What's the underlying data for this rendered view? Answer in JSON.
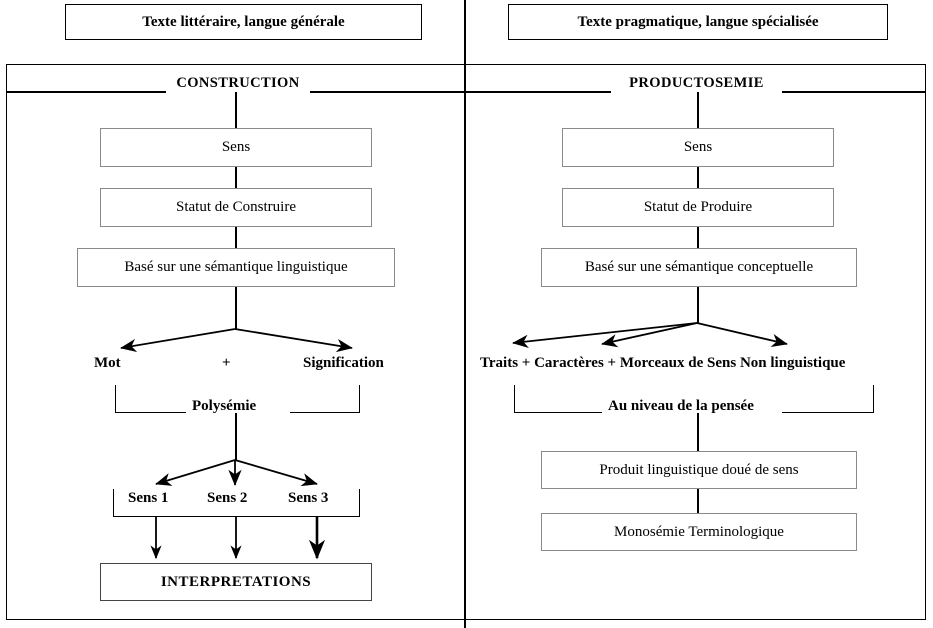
{
  "headers": {
    "left": "Texte littéraire, langue générale",
    "right": "Texte pragmatique, langue spécialisée"
  },
  "sections": {
    "left_title": "CONSTRUCTION",
    "right_title": "PRODUCTOSEMIE"
  },
  "left_column": {
    "box_sens": "Sens",
    "box_statut": "Statut de Construire",
    "box_base": "Basé sur une sémantique linguistique",
    "branch_left": "Mot",
    "branch_plus": "+",
    "branch_right": "Signification",
    "bracket_label": "Polysémie",
    "sens_1": "Sens 1",
    "sens_2": "Sens 2",
    "sens_3": "Sens 3",
    "box_final": "INTERPRETATIONS"
  },
  "right_column": {
    "box_sens": "Sens",
    "box_statut": "Statut de Produire",
    "box_base": "Basé sur une sémantique conceptuelle",
    "branch_label": "Traits + Caractères + Morceaux de Sens Non linguistique",
    "bracket_label": "Au niveau de la pensée",
    "box_produit": "Produit linguistique doué de sens",
    "box_monosemie": "Monosémie Terminologique"
  },
  "colors": {
    "ink": "#000000",
    "box_border": "#8a8a8a",
    "background": "#ffffff"
  }
}
